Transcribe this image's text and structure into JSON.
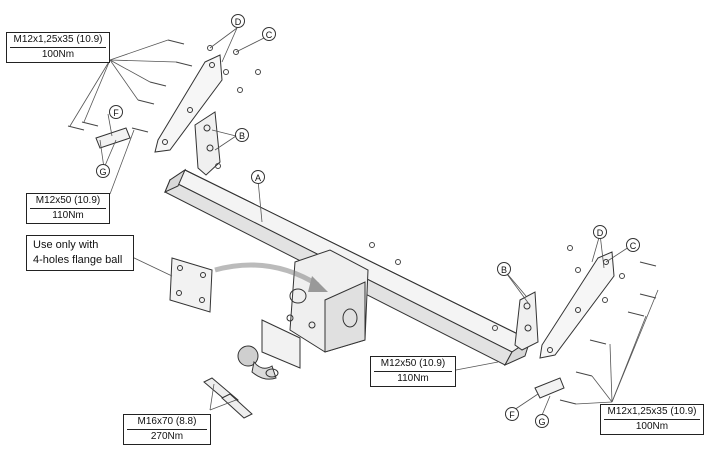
{
  "spec_labels": {
    "top_left": {
      "size": "M12x1,25x35 (10.9)",
      "torque": "100Nm"
    },
    "mid_left": {
      "size": "M12x50 (10.9)",
      "torque": "110Nm"
    },
    "center_right": {
      "size": "M12x50 (10.9)",
      "torque": "110Nm"
    },
    "bottom_center": {
      "size": "M16x70 (8.8)",
      "torque": "270Nm"
    },
    "bottom_right": {
      "size": "M12x1,25x35 (10.9)",
      "torque": "100Nm"
    }
  },
  "note": {
    "line1": "Use only with",
    "line2": "4-holes flange ball"
  },
  "callouts": {
    "A": "A",
    "B": "B",
    "C": "C",
    "D": "D",
    "F": "F",
    "G": "G"
  }
}
